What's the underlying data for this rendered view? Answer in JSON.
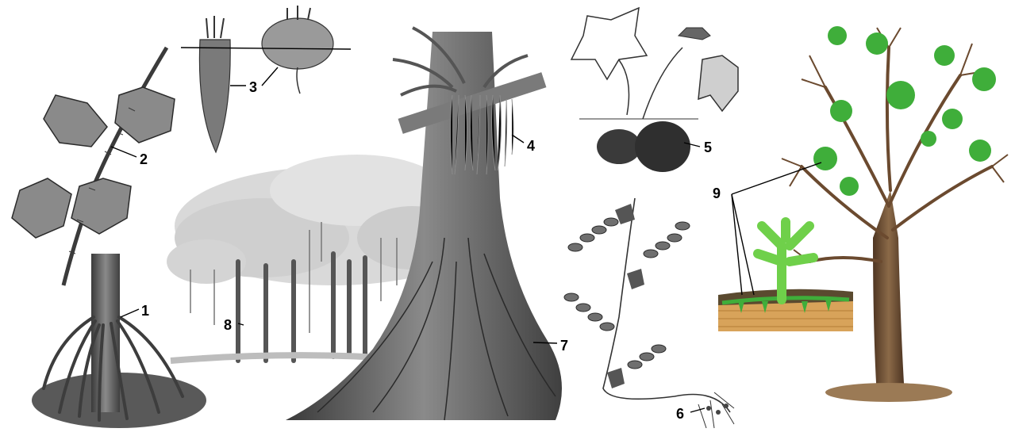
{
  "labels": {
    "prop_roots": "1",
    "ivy_climbing_roots": "2",
    "storage_taproots": "3",
    "aerial_roots_epiphyte": "4",
    "root_tubers": "5",
    "pea_root_nodules": "6",
    "buttress_roots": "7",
    "banyan_pillar_roots": "8",
    "mistletoe_haustoria": "9"
  },
  "colors": {
    "sketch": "#2b2b2b",
    "mistletoe_green": "#3fae3a",
    "bark_brown": "#6b4a2f",
    "wood_tan": "#d8a35a"
  }
}
